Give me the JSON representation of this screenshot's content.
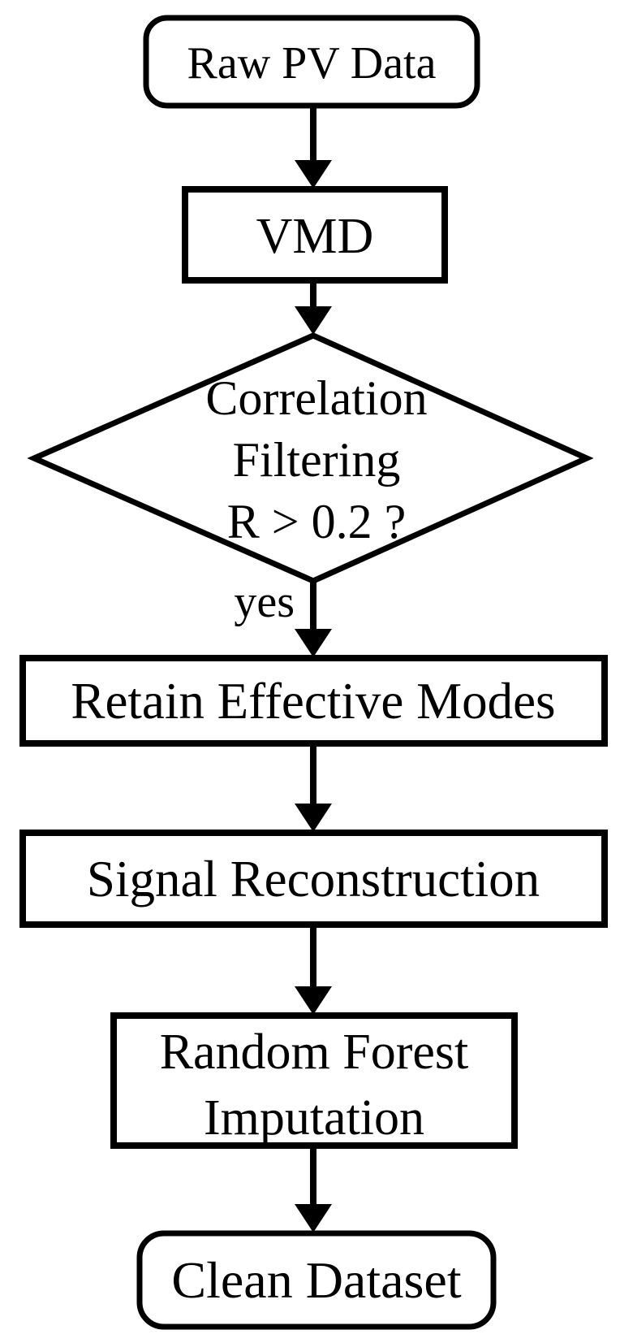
{
  "diagram": {
    "type": "flowchart",
    "colors": {
      "background": "#ffffff",
      "stroke": "#000000",
      "text": "#000000"
    },
    "nodes": [
      {
        "id": "raw-pv-data",
        "shape": "rounded-rectangle",
        "lines": [
          "Raw PV Data"
        ]
      },
      {
        "id": "vmd",
        "shape": "rectangle",
        "lines": [
          "VMD"
        ]
      },
      {
        "id": "correlation-filtering",
        "shape": "diamond",
        "lines": [
          "Correlation",
          "Filtering",
          "R > 0.2 ?"
        ]
      },
      {
        "id": "retain-effective-modes",
        "shape": "rectangle",
        "lines": [
          "Retain Effective Modes"
        ]
      },
      {
        "id": "signal-reconstruction",
        "shape": "rectangle",
        "lines": [
          "Signal Reconstruction"
        ]
      },
      {
        "id": "random-forest-imputation",
        "shape": "rectangle",
        "lines": [
          "Random Forest",
          "Imputation"
        ]
      },
      {
        "id": "clean-dataset",
        "shape": "rounded-rectangle",
        "lines": [
          "Clean Dataset"
        ]
      }
    ],
    "edges": [
      {
        "from": "raw-pv-data",
        "to": "vmd",
        "label": ""
      },
      {
        "from": "vmd",
        "to": "correlation-filtering",
        "label": ""
      },
      {
        "from": "correlation-filtering",
        "to": "retain-effective-modes",
        "label": "yes"
      },
      {
        "from": "retain-effective-modes",
        "to": "signal-reconstruction",
        "label": ""
      },
      {
        "from": "signal-reconstruction",
        "to": "random-forest-imputation",
        "label": ""
      },
      {
        "from": "random-forest-imputation",
        "to": "clean-dataset",
        "label": ""
      }
    ]
  }
}
